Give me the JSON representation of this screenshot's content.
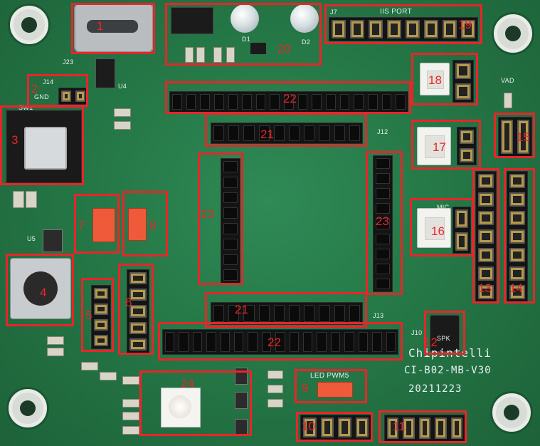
{
  "board": {
    "model_label": "CI-B02-MB-V30",
    "date_label": "20211223",
    "brand_label": "Chipintelli",
    "iis_port_label": "IIS PORT",
    "led_pwm_label": "LED PWM5",
    "vad_label": "VAD",
    "gnd_label": "GND",
    "mic_label": "MIC",
    "spk_label": "SPK",
    "sw1_label": "SW1",
    "j13_label": "J13",
    "j10_label": "J10",
    "j12_label": "J12",
    "j23_label": "J23",
    "j14_label": "J14",
    "j7_label": "J7",
    "u4_label": "U4",
    "u5_label": "U5",
    "d1_label": "D1",
    "d2_label": "D2"
  },
  "annotations": [
    {
      "id": "1",
      "label": "1"
    },
    {
      "id": "2",
      "label": "2"
    },
    {
      "id": "3",
      "label": "3"
    },
    {
      "id": "4",
      "label": "4"
    },
    {
      "id": "5",
      "label": "5"
    },
    {
      "id": "6",
      "label": "6"
    },
    {
      "id": "7",
      "label": "7"
    },
    {
      "id": "8",
      "label": "8"
    },
    {
      "id": "9",
      "label": "9"
    },
    {
      "id": "10",
      "label": "10"
    },
    {
      "id": "11",
      "label": "11"
    },
    {
      "id": "12",
      "label": "12"
    },
    {
      "id": "13",
      "label": "13"
    },
    {
      "id": "14",
      "label": "14"
    },
    {
      "id": "15",
      "label": "15"
    },
    {
      "id": "16",
      "label": "16"
    },
    {
      "id": "17",
      "label": "17"
    },
    {
      "id": "18",
      "label": "18"
    },
    {
      "id": "19",
      "label": "19"
    },
    {
      "id": "20",
      "label": "20"
    },
    {
      "id": "21a",
      "label": "21"
    },
    {
      "id": "21b",
      "label": "21"
    },
    {
      "id": "22a",
      "label": "22"
    },
    {
      "id": "22b",
      "label": "22"
    },
    {
      "id": "23a",
      "label": "23"
    },
    {
      "id": "23b",
      "label": "23"
    },
    {
      "id": "24",
      "label": "24"
    }
  ],
  "colors": {
    "pcb": "#267a48",
    "annotation": "#e8252a",
    "jumper": "#ee5a3a"
  }
}
